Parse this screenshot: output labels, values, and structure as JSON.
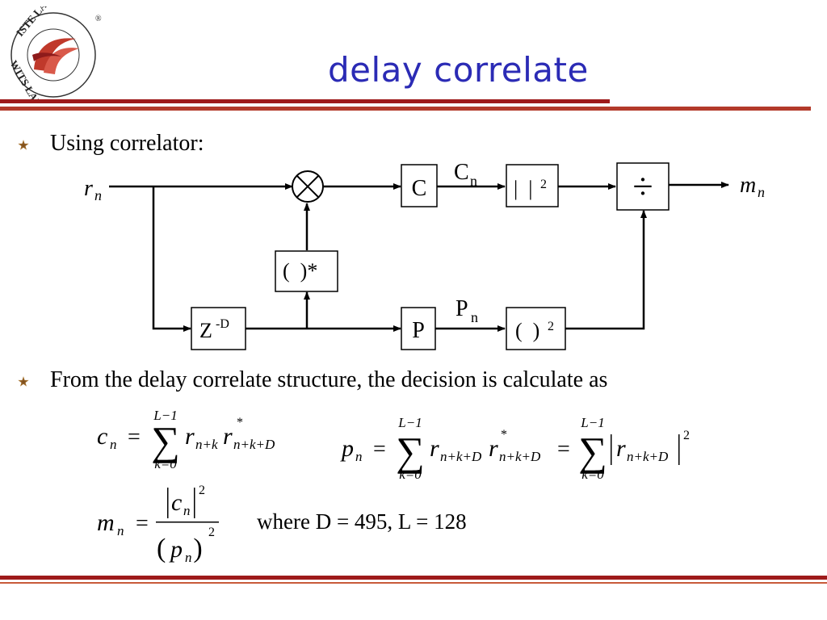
{
  "slide": {
    "title": "delay correlate",
    "bullet1": "Using correlator:",
    "bullet2": "From the delay correlate structure, the decision is calculate as"
  },
  "logo": {
    "text_top": "ISTE LAB.NSYSU",
    "text_bottom": "WITS LAB.NSYSU",
    "registered": "®"
  },
  "diagram": {
    "input": "r",
    "input_sub": "n",
    "output": "m",
    "output_sub": "n",
    "block_c": "C",
    "block_p": "P",
    "block_conj": "(  )*",
    "block_abs": "|  |",
    "block_abs_exp": "2",
    "block_sq": "(  )",
    "block_sq_exp": "2",
    "block_div": "÷",
    "block_delay": "Z",
    "block_delay_exp": "-D",
    "label_c": "C",
    "label_c_sub": "n",
    "label_p": "P",
    "label_p_sub": "n"
  },
  "equations": {
    "sum_upper": "L−1",
    "sum_lower": "k=0",
    "eq_c_lhs": "c",
    "eq_p_lhs": "p",
    "eq_m_lhs": "m",
    "sub_n": "n",
    "r": "r",
    "sub_nk": "n+k",
    "sub_nkD": "n+k+D",
    "star": "*",
    "equals": "=",
    "exp2": "2",
    "m_num": "c",
    "m_den": "p",
    "where": "where D = 495, L = 128"
  },
  "colors": {
    "title": "#2b2bb5",
    "rule_dark": "#9e1a1a",
    "rule_light": "#b33a2a",
    "logo_red": "#c0392b"
  }
}
